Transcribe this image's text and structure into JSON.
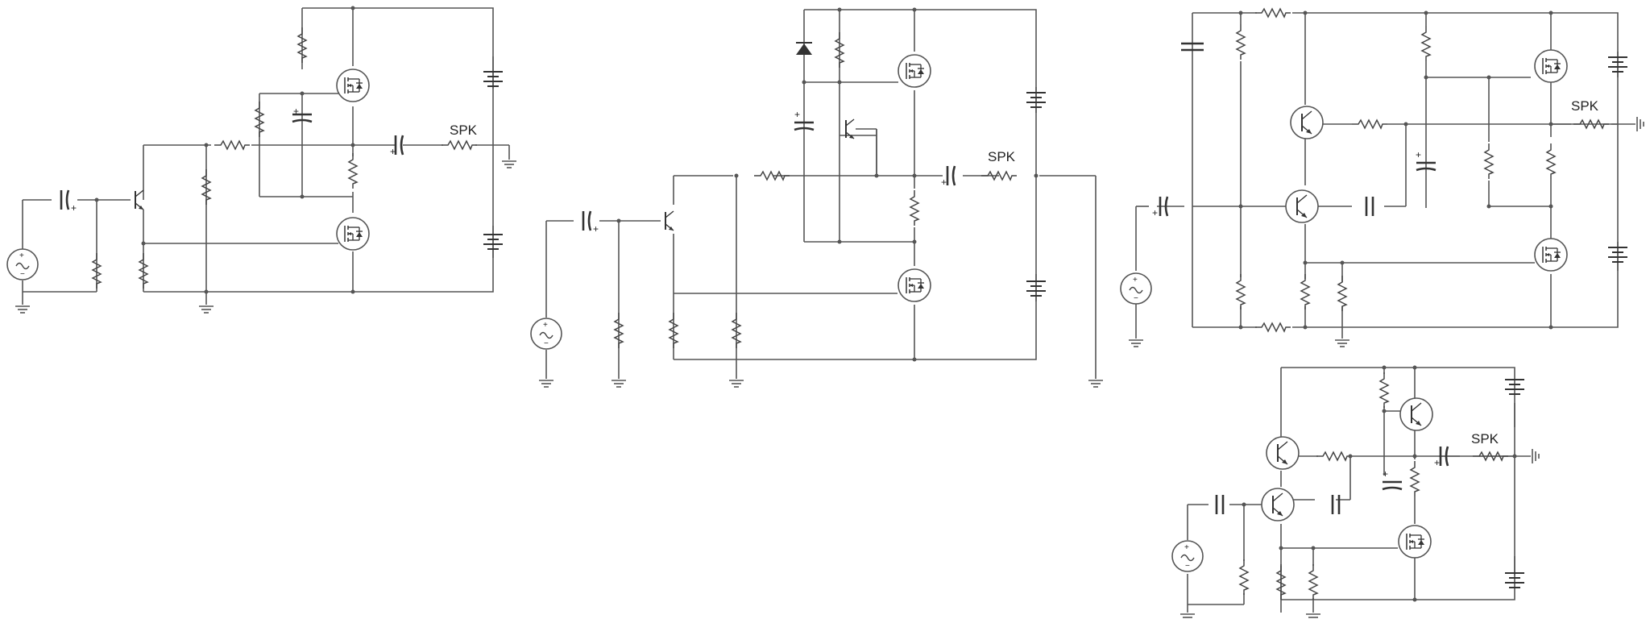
{
  "diagram": {
    "circuits": [
      {
        "id": "amp-1",
        "speaker_label": "SPK"
      },
      {
        "id": "amp-2",
        "speaker_label": "SPK"
      },
      {
        "id": "amp-3",
        "speaker_label": "SPK"
      },
      {
        "id": "amp-4",
        "speaker_label": "SPK"
      }
    ]
  },
  "colors": {
    "wire": "#555555",
    "component": "#333333",
    "background": "#ffffff"
  },
  "icons": [
    "resistor",
    "capacitor",
    "electrolytic-capacitor",
    "battery",
    "ground",
    "ac-source",
    "bjt-transistor",
    "mosfet",
    "diode",
    "speaker"
  ]
}
